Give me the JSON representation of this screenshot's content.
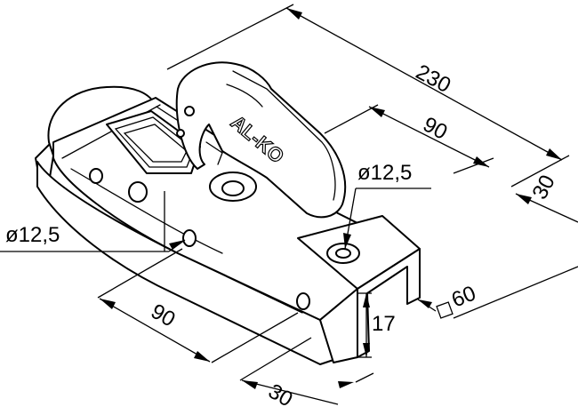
{
  "brand": "AL-KO",
  "dimensions": {
    "overall_length": "230",
    "top_hole_spacing": "90",
    "top_hole_edge": "30",
    "top_hole_diameter": "ø12,5",
    "side_hole_diameter": "ø12,5",
    "side_hole_spacing": "90",
    "side_hole_edge": "30",
    "flange_height": "17",
    "square_size": "60"
  }
}
